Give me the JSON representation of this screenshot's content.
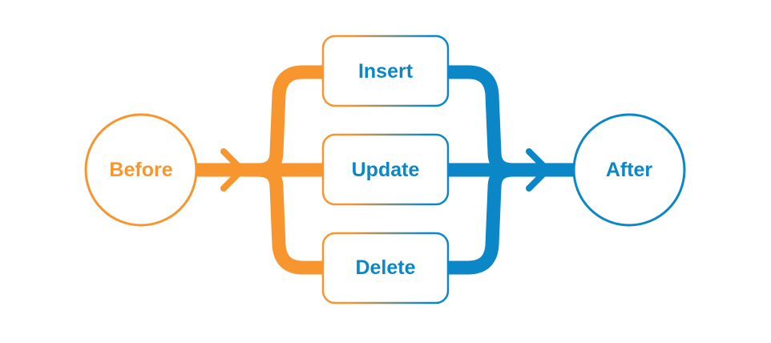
{
  "nodes": {
    "before": "Before",
    "after": "After",
    "operations": [
      "Insert",
      "Update",
      "Delete"
    ]
  },
  "colors": {
    "orange": "#F7962E",
    "blue": "#0B87C7",
    "background": "#FFFFFF"
  }
}
